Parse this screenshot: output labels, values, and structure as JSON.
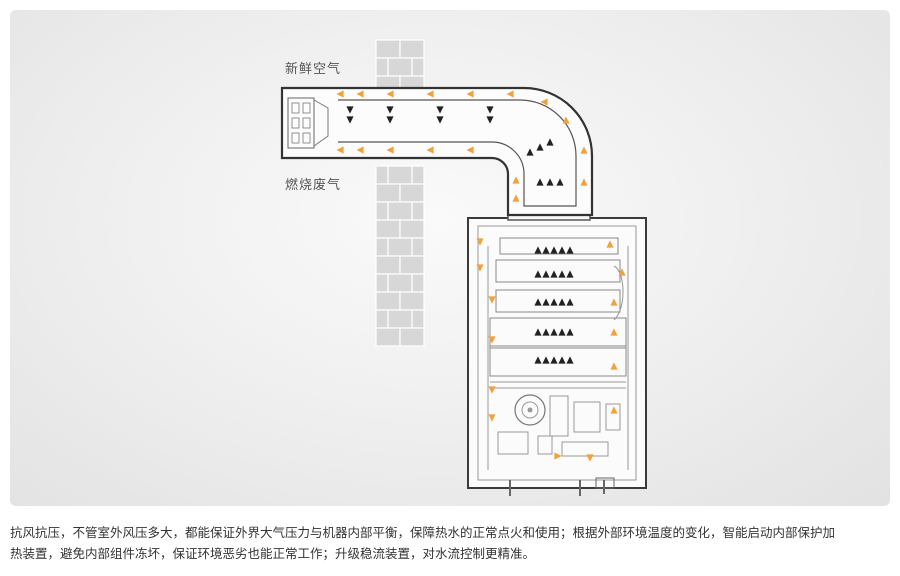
{
  "diagram": {
    "labels": {
      "fresh_air": "新鲜空气",
      "exhaust": "燃烧废气"
    },
    "colors": {
      "flow_arrow": "#f2a13b",
      "fresh_arrow": "#222222",
      "outline": "#3a3a3a",
      "wall": "#d7d7d7"
    },
    "icons": [
      "brick-wall",
      "flue-pipe",
      "water-heater",
      "fan"
    ]
  },
  "caption": {
    "line1": "抗风抗压，不管室外风压多大，都能保证外界大气压力与机器内部平衡，保障热水的正常点火和使用；根据外部环境温度的变化，智能启动内部保护加",
    "line2": "热装置，避免内部组件冻坏，保证环境恶劣也能正常工作；升级稳流装置，对水流控制更精准。"
  }
}
